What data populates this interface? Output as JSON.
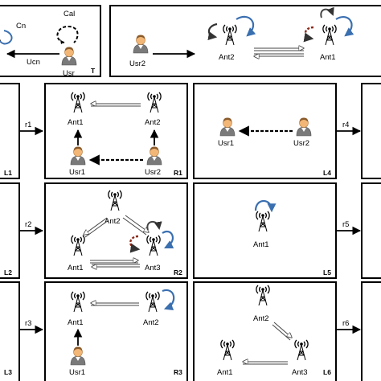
{
  "panels": {
    "T": {
      "label": "T",
      "nodes": {
        "usr": "Usr",
        "cal": "Cal",
        "cn": "Cn",
        "ucn": "Ucn"
      }
    },
    "top_right": {
      "nodes": {
        "usr2": "Usr2",
        "ant2": "Ant2",
        "ant1": "Ant1"
      }
    },
    "L1": {
      "label": "L1"
    },
    "L2": {
      "label": "L2"
    },
    "L3": {
      "label": "L3"
    },
    "R1": {
      "label": "R1",
      "nodes": {
        "ant1": "Ant1",
        "ant2": "Ant2",
        "usr1": "Usr1",
        "usr2": "Usr2"
      }
    },
    "R2": {
      "label": "R2",
      "nodes": {
        "ant2": "Ant2",
        "ant1": "Ant1",
        "ant3": "Ant3"
      }
    },
    "R3": {
      "label": "R3",
      "nodes": {
        "ant1": "Ant1",
        "ant2": "Ant2",
        "usr1": "Usr1"
      }
    },
    "L4": {
      "label": "L4",
      "nodes": {
        "usr1": "Usr1",
        "usr2": "Usr2"
      }
    },
    "L5": {
      "label": "L5",
      "nodes": {
        "ant1": "Ant1"
      }
    },
    "L6": {
      "label": "L6",
      "nodes": {
        "ant2": "Ant2",
        "ant1": "Ant1",
        "ant3": "Ant3"
      }
    }
  },
  "rules": {
    "r1": "r1",
    "r2": "r2",
    "r3": "r3",
    "r4": "r4",
    "r5": "r5",
    "r6": "r6"
  },
  "colors": {
    "self_loop_blue": "#3a6fb0",
    "self_loop_dark": "#4a4a4a",
    "dashed_red": "#8b2a1a",
    "user_skin": "#f2b777",
    "user_body": "#7a7a7a"
  }
}
